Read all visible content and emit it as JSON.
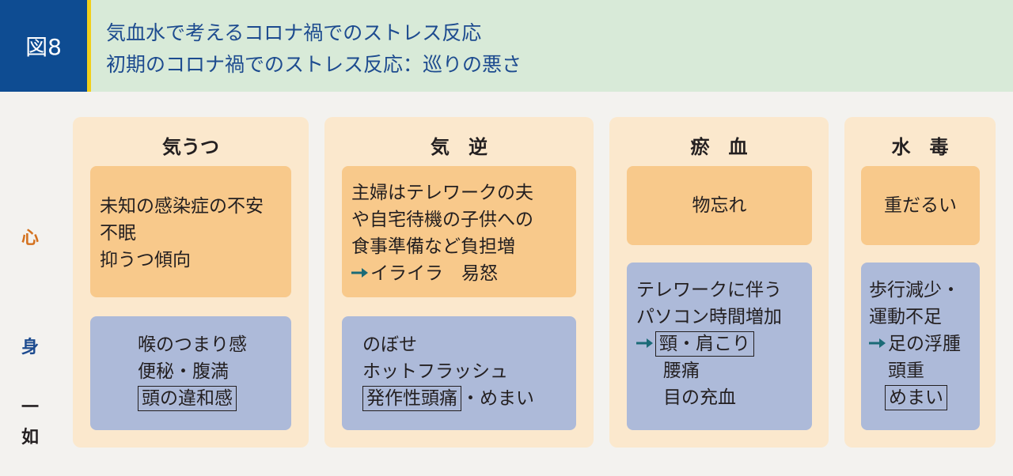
{
  "header": {
    "figure_label": "図8",
    "title_line1": "気血水で考えるコロナ禍でのストレス反応",
    "title_line2": "初期のコロナ禍でのストレス反応：巡りの悪さ"
  },
  "side_labels": {
    "kokoro": "心",
    "mi": "身",
    "ichi": "一",
    "nyo": "如"
  },
  "colors": {
    "header_bg": "#d8ead8",
    "badge_bg": "#0e4c92",
    "badge_stripe": "#f2cf1a",
    "title_text": "#1d4b8f",
    "panel_bg": "#fbe8cd",
    "mind_box": "#f8c98b",
    "body_box": "#adbad9",
    "arrow": "#1b6b77",
    "kokoro_label": "#d4711e",
    "mi_label": "#1d4b8f"
  },
  "panels": {
    "kiutsu": {
      "title": "気うつ",
      "mind": [
        "未知の感染症の不安",
        "不眠",
        "抑うつ傾向"
      ],
      "body": [
        "喉のつまり感",
        "便秘・腹満",
        "頭の違和感"
      ]
    },
    "kigyaku": {
      "title": "気　逆",
      "mind": [
        "主婦はテレワークの夫",
        "や自宅待機の子供への",
        "食事準備など負担増",
        "イライラ　易怒"
      ],
      "body": [
        "のぼせ",
        "ホットフラッシュ",
        "発作性頭痛",
        "・めまい"
      ]
    },
    "oketsu": {
      "title": "瘀　血",
      "mind": [
        "物忘れ"
      ],
      "body": [
        "テレワークに伴う",
        "パソコン時間増加",
        "頸・肩こり",
        "腰痛",
        "目の充血"
      ]
    },
    "suidoku": {
      "title": "水　毒",
      "mind": [
        "重だるい"
      ],
      "body": [
        "歩行減少・",
        "運動不足",
        "足の浮腫",
        "頭重",
        "めまい"
      ]
    }
  }
}
